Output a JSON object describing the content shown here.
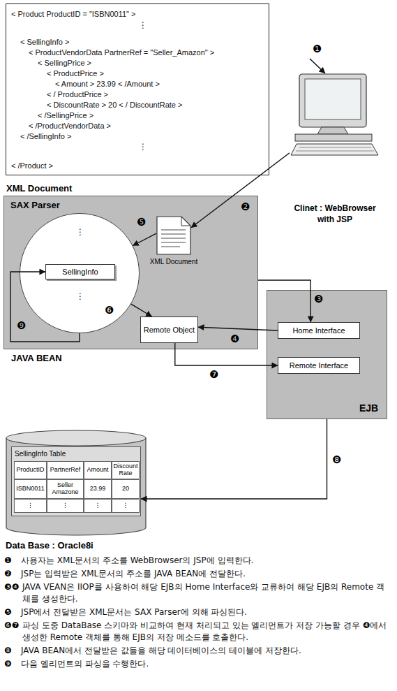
{
  "diagram": {
    "nodes": [
      {
        "text": [
          "< Product ProductID = \"ISBN0011\" >",
          "⋮",
          "< SellingInfo >",
          "< ProductVendorData PartnerRef = \"Seller_Amazon\" >",
          "< SellingPrice >",
          "< ProductPrice >",
          "< Amount > 23.99 < /Amount >",
          "< / ProductPrice >",
          "< DiscountRate > 20 < / DiscountRate >",
          "< /SellingPrice >",
          "< /ProductVendorData >",
          "< /SellingInfo >",
          "⋮",
          "< /Product >",
          "XML Document"
        ]
      },
      {
        "text": [
          "JAVA BEAN"
        ]
      },
      {
        "text": [
          "SAX Parser",
          "⋮",
          "⋮"
        ],
        "in": 1
      },
      {
        "text": [
          "SellingInfo"
        ],
        "in": 2
      },
      {
        "text": [
          "XML Document"
        ],
        "in": 1
      },
      {
        "text": [
          "Remote Object"
        ],
        "in": 1
      },
      {
        "text": [
          "Clinet : WebBrowser with JSP"
        ]
      },
      {
        "text": [
          "EJB"
        ]
      },
      {
        "text": [
          "Home Interface"
        ],
        "in": 7
      },
      {
        "text": [
          "Remote Interface"
        ],
        "in": 7
      },
      {
        "text": [
          "Data Base : Oracle8i"
        ]
      },
      {
        "text": [
          "SellingInfo Table",
          "ProductID",
          "PartnerRef",
          "Amount",
          "Discount Rate",
          "ISBN0011",
          "Seller Amazone",
          "23.99",
          "20",
          "⋮",
          "⋮",
          "⋮",
          "⋮"
        ],
        "in": 10
      }
    ],
    "edges": [
      {
        "from": 6,
        "to": 4,
        "arrow": "to",
        "label": "❷"
      },
      {
        "from": 1,
        "to": 8,
        "arrow": "to",
        "label": "❸"
      },
      {
        "from": 8,
        "to": 5,
        "arrow": "to",
        "label": "❹"
      },
      {
        "from": 4,
        "to": 2,
        "arrow": "to",
        "label": "❺"
      },
      {
        "from": 2,
        "to": 5,
        "arrow": "to",
        "label": "❻"
      },
      {
        "from": 5,
        "to": 9,
        "arrow": "to",
        "label": "❼"
      },
      {
        "from": 7,
        "to": 11,
        "arrow": "to",
        "label": "❽"
      },
      {
        "from": 2,
        "to": 3,
        "arrow": "to",
        "label": "❾"
      }
    ],
    "labels": [
      "❶",
      "❶",
      "사용자는 XML문서의 주소를 WebBrowser의 JSP에 입력한다.",
      "❷",
      "JSP는 입력받은 XML문서의 주소를 JAVA BEAN에 전달한다.",
      "❸❹",
      "JAVA VEAN은 IIOP를 사용하여 해당 EJB의 Home Interface와 교류하여 해당 EJB의 Remote 객체를 생성한다.",
      "❺",
      "JSP에서 전달받은 XML문서는 SAX Parser에 의해 파싱된다.",
      "❻❼",
      "파싱 도중 DataBase 스키마와 비교하여 현재 처리되고 있는 엘리먼트가 저장 가능할 경우 ❹에서 생성한 Remote 객체를 통해 EJB의 저장 메소드를 호출한다.",
      "❽",
      "JAVA BEAN에서 전달받은 값들을 해당 데이터베이스의 테이블에 저장한다.",
      "❾",
      "다음 엘리먼트의 파싱을 수행한다."
    ]
  }
}
